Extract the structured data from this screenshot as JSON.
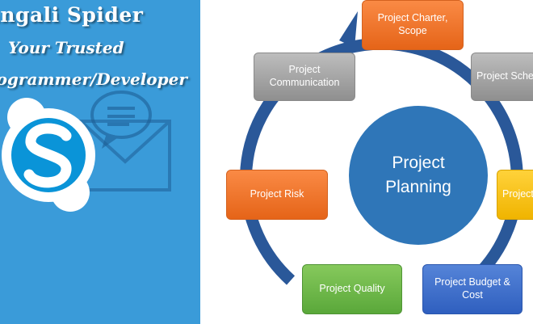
{
  "banner": {
    "title": "Bangali Spider",
    "subtitle_line1": "Your Trusted",
    "subtitle_line2": "Programmer/Developer"
  },
  "diagram": {
    "center": {
      "line1": "Project",
      "line2": "Planning"
    },
    "nodes": {
      "charter": "Project Charter, Scope",
      "schedule": "Project Schedule",
      "cost_right": "Project Cost",
      "budget": "Project Budget & Cost",
      "quality": "Project Quality",
      "risk": "Project Risk",
      "communication": "Project Communication"
    }
  },
  "colors": {
    "banner_bg": "#3a9bd9",
    "ring": "#2a5899",
    "center_circle": "#2f76b8",
    "orange": "#f07020",
    "gray": "#a6a6a6",
    "yellow": "#fcc419",
    "green": "#6bb84a",
    "blue": "#3a6bcc"
  }
}
